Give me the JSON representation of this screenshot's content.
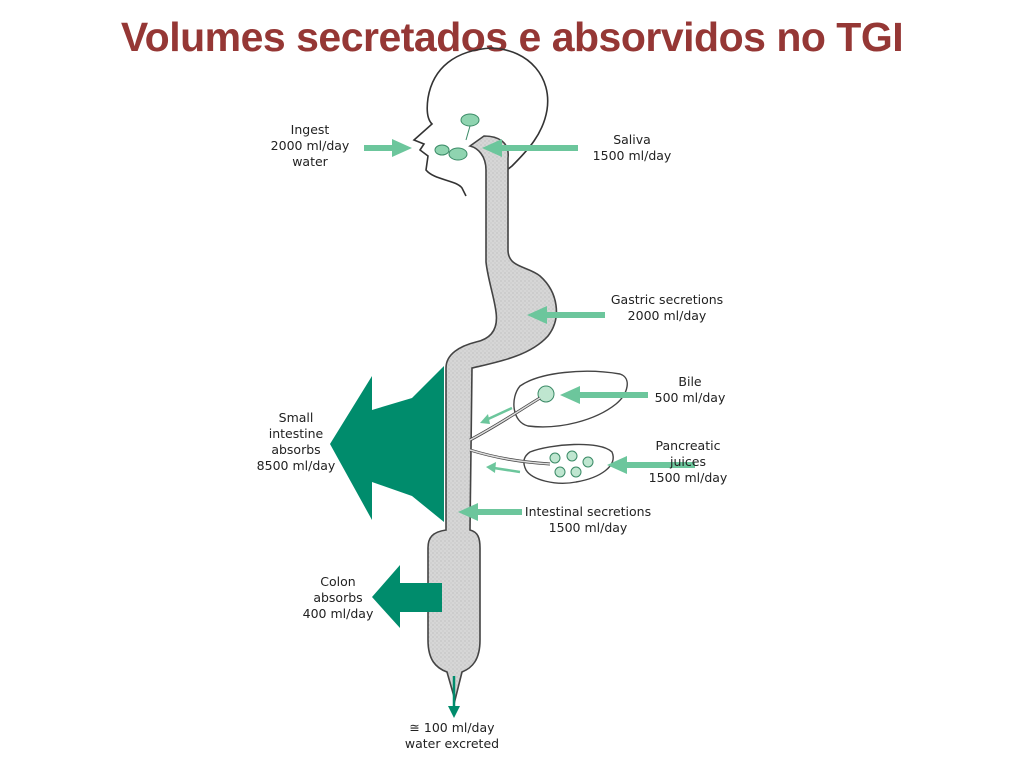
{
  "title": "Volumes secretados e absorvidos no TGI",
  "colors": {
    "title": "#953735",
    "input_arrow": "#6cc69c",
    "absorb_arrow": "#008c6c",
    "tract_fill": "#d9d9d9",
    "outline": "#333333"
  },
  "labels": {
    "ingest": [
      "Ingest",
      "2000 ml/day",
      "water"
    ],
    "saliva": [
      "Saliva",
      "1500 ml/day"
    ],
    "gastric": [
      "Gastric secretions",
      "2000 ml/day"
    ],
    "bile": [
      "Bile",
      "500 ml/day"
    ],
    "pancreatic": [
      "Pancreatic",
      "juices",
      "1500 ml/day"
    ],
    "intestinal": [
      "Intestinal secretions",
      "1500 ml/day"
    ],
    "small_intestine": [
      "Small",
      "intestine",
      "absorbs",
      "8500 ml/day"
    ],
    "colon": [
      "Colon",
      "absorbs",
      "400 ml/day"
    ],
    "excreted": [
      "≅ 100 ml/day",
      "water excreted"
    ]
  }
}
